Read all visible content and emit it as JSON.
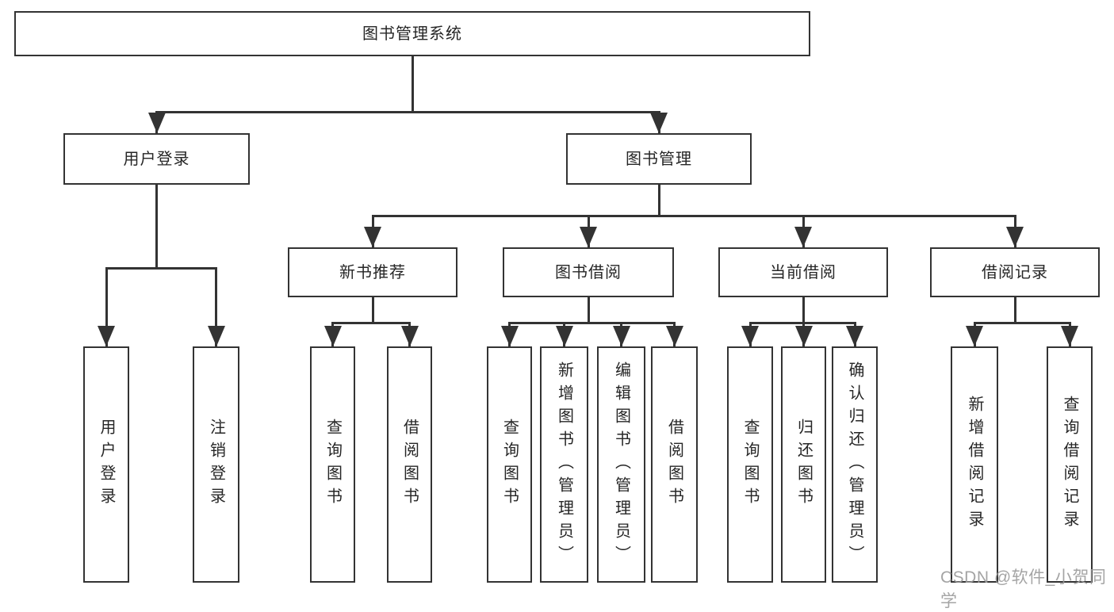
{
  "diagram_title": "图书管理系统",
  "nodes": {
    "root": {
      "label": "图书管理系统"
    },
    "user_login": {
      "label": "用户登录"
    },
    "book_mgmt": {
      "label": "图书管理"
    },
    "new_book_rec": {
      "label": "新书推荐"
    },
    "book_borrow": {
      "label": "图书借阅"
    },
    "current_borrow": {
      "label": "当前借阅"
    },
    "borrow_records": {
      "label": "借阅记录"
    },
    "ul_user_login": {
      "label": "用户登录"
    },
    "ul_logout": {
      "label": "注销登录"
    },
    "nbr_query_books": {
      "label": "查询图书"
    },
    "nbr_borrow_books": {
      "label": "借阅图书"
    },
    "bb_query_books": {
      "label": "查询图书"
    },
    "bb_add_books": {
      "label": "新增图书（管理员）"
    },
    "bb_edit_books": {
      "label": "编辑图书（管理员）"
    },
    "bb_borrow_books": {
      "label": "借阅图书"
    },
    "cb_query_books": {
      "label": "查询图书"
    },
    "cb_return_books": {
      "label": "归还图书"
    },
    "cb_confirm_return": {
      "label": "确认归还（管理员）"
    },
    "br_add_record": {
      "label": "新增借阅记录"
    },
    "br_query_record": {
      "label": "查询借阅记录"
    }
  },
  "hierarchy": {
    "root": [
      "user_login",
      "book_mgmt"
    ],
    "user_login": [
      "ul_user_login",
      "ul_logout"
    ],
    "book_mgmt": [
      "new_book_rec",
      "book_borrow",
      "current_borrow",
      "borrow_records"
    ],
    "new_book_rec": [
      "nbr_query_books",
      "nbr_borrow_books"
    ],
    "book_borrow": [
      "bb_query_books",
      "bb_add_books",
      "bb_edit_books",
      "bb_borrow_books"
    ],
    "current_borrow": [
      "cb_query_books",
      "cb_return_books",
      "cb_confirm_return"
    ],
    "borrow_records": [
      "br_add_record",
      "br_query_record"
    ]
  },
  "watermark": {
    "text": "CSDN @软件_小贺同学"
  },
  "colors": {
    "line": "#333333",
    "text": "#262626",
    "box_background": "#ffffff",
    "page_background": "#ffffff",
    "watermark": "#9b9b9b"
  }
}
